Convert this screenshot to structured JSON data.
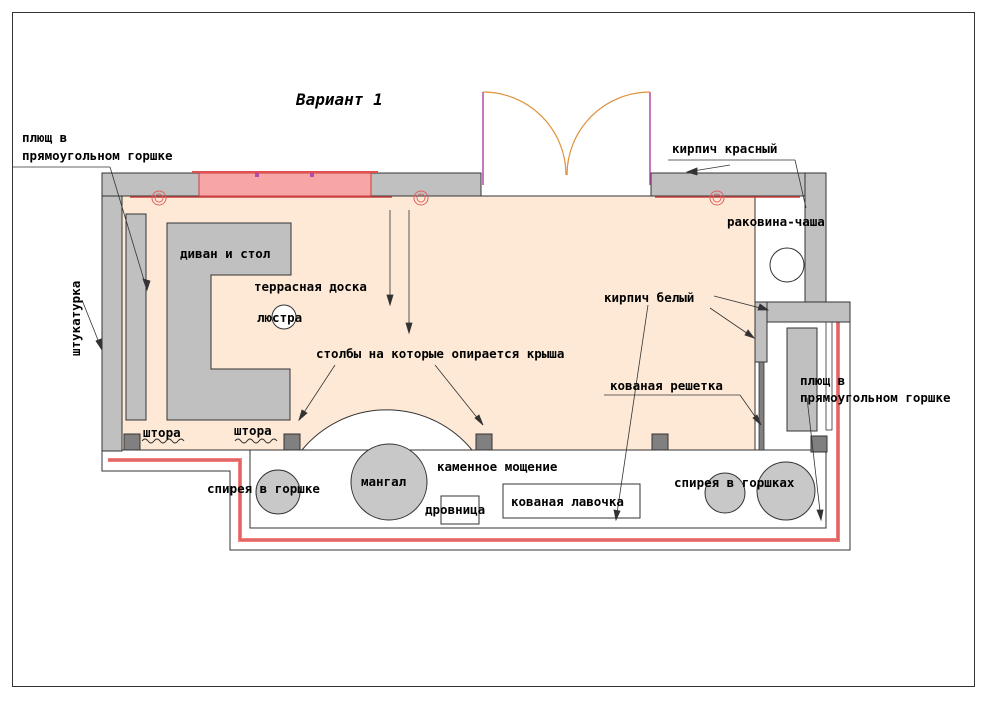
{
  "title": "Вариант 1",
  "labels": {
    "ivy_left_l1": "плющ в",
    "ivy_left_l2": "прямоугольном горшке",
    "brick_red": "кирпич красный",
    "sink": "раковина-чаша",
    "plaster": "штукатурка",
    "sofa": "диван и стол",
    "deck": "террасная доска",
    "chandelier": "люстра",
    "pillars": "столбы на которые опирается крыша",
    "brick_white": "кирпич белый",
    "grille": "кованая решетка",
    "ivy_right_l1": "плющ в",
    "ivy_right_l2": "прямоугольном горшке",
    "curtain1": "штора",
    "curtain2": "штора",
    "stone": "каменное мощение",
    "spirea_pot": "спирея в горшке",
    "grill": "мангал",
    "woodbox": "дровница",
    "bench": "кованая лавочка",
    "spirea_pots": "спирея в горшках"
  },
  "colors": {
    "wall": "#c0c0c0",
    "deck_fill": "#fde9d6",
    "brick_red": "#f7a6a6",
    "door": "#e0903a",
    "door_frame": "#b34aa6"
  }
}
